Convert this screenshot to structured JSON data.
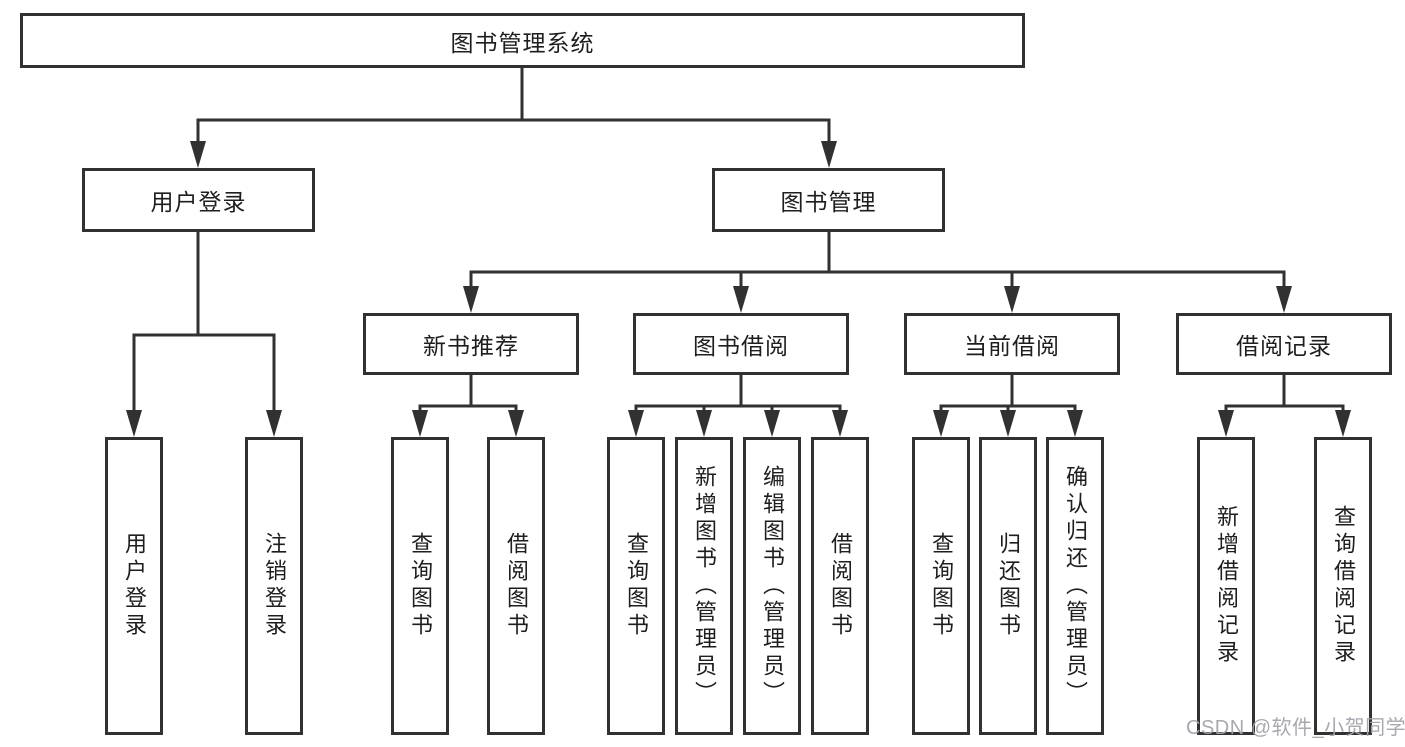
{
  "diagram": {
    "root": {
      "label": "图书管理系统"
    },
    "level2": [
      {
        "label": "用户登录"
      },
      {
        "label": "图书管理"
      }
    ],
    "level3": [
      {
        "label": "新书推荐"
      },
      {
        "label": "图书借阅"
      },
      {
        "label": "当前借阅"
      },
      {
        "label": "借阅记录"
      }
    ],
    "leaves": {
      "user_login": [
        "用户登录",
        "注销登录"
      ],
      "new_books": [
        "查询图书",
        "借阅图书"
      ],
      "borrow": [
        "查询图书",
        "新增图书（管理员）",
        "编辑图书（管理员）",
        "借阅图书"
      ],
      "current": [
        "查询图书",
        "归还图书",
        "确认归还（管理员）"
      ],
      "records": [
        "新增借阅记录",
        "查询借阅记录"
      ]
    }
  },
  "watermark": {
    "text": "CSDN @软件_小贺同学"
  },
  "colors": {
    "line": "#313131",
    "text": "#1e1e1e",
    "watermark": "#a3a3ac"
  }
}
